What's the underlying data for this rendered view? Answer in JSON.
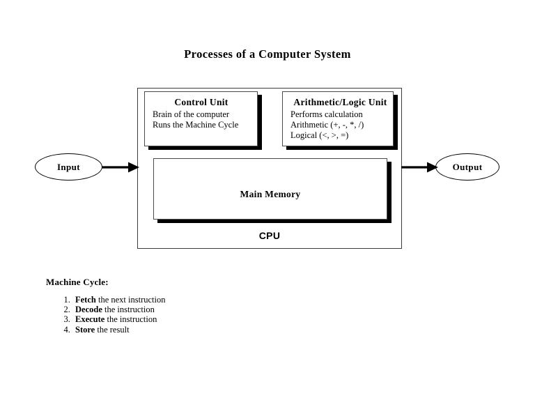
{
  "title": "Processes of a Computer System",
  "diagram": {
    "input_node": {
      "label": "Input"
    },
    "output_node": {
      "label": "Output"
    },
    "cpu": {
      "label": "CPU",
      "control_unit": {
        "heading": "Control Unit",
        "lines": [
          "Brain of the computer",
          "Runs the Machine Cycle"
        ]
      },
      "alu": {
        "heading": "Arithmetic/Logic Unit",
        "lines": [
          "Performs calculation",
          "Arithmetic (+, -, *, /)",
          "Logical (<, >, =)"
        ]
      },
      "main_memory": {
        "label": "Main Memory"
      }
    },
    "arrow_in": "arrow-right",
    "arrow_out": "arrow-right"
  },
  "machine_cycle": {
    "heading": "Machine Cycle:",
    "steps": [
      {
        "term": "Fetch",
        "rest": " the next instruction"
      },
      {
        "term": "Decode",
        "rest": " the instruction"
      },
      {
        "term": "Execute",
        "rest": " the instruction"
      },
      {
        "term": "Store",
        "rest": " the result"
      }
    ]
  },
  "colors": {
    "background": "#ffffff",
    "ink": "#000000",
    "shadow": "#000000",
    "box_border": "#4a4a4a",
    "frame_border": "#3b3b3b"
  }
}
